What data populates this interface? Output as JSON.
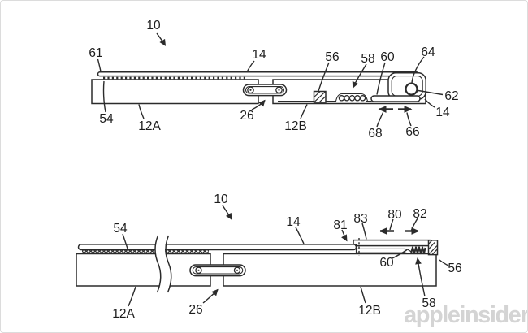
{
  "meta": {
    "watermark": "appleinsider"
  },
  "colors": {
    "line": "#2b2b2b",
    "label": "#1d1d1d",
    "watermark": "#d4d4d4",
    "background": "#ffffff",
    "border": "#dcdcdc"
  },
  "figures": {
    "top": {
      "labels": {
        "n10": "10",
        "n61": "61",
        "n54": "54",
        "n12A": "12A",
        "n14_left": "14",
        "n26": "26",
        "n12B": "12B",
        "n56": "56",
        "n58": "58",
        "n60": "60",
        "n64": "64",
        "n62": "62",
        "n14_right": "14",
        "n68": "68",
        "n66": "66"
      }
    },
    "bottom": {
      "labels": {
        "n10": "10",
        "n54": "54",
        "n12A": "12A",
        "n26": "26",
        "n12B": "12B",
        "n14": "14",
        "n81": "81",
        "n83": "83",
        "n80": "80",
        "n82": "82",
        "n60": "60",
        "n58": "58",
        "n56": "56"
      }
    }
  }
}
